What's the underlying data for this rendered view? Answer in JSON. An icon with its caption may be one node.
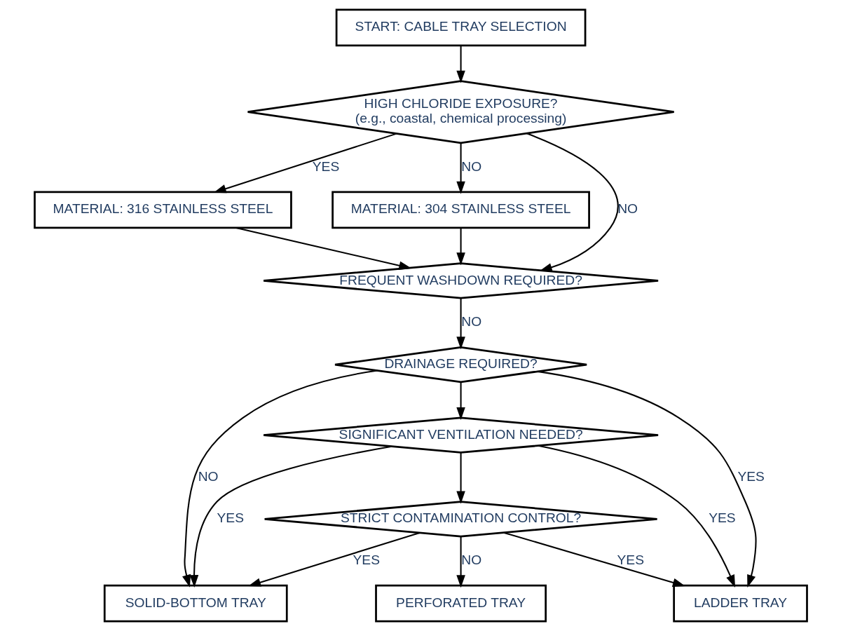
{
  "diagram": {
    "nodes": [
      {
        "text": [
          "START: CABLE TRAY SELECTION"
        ]
      },
      {
        "text": [
          "HIGH CHLORIDE EXPOSURE?",
          "(e.g., coastal, chemical processing)"
        ]
      },
      {
        "text": [
          "MATERIAL: 316 STAINLESS STEEL"
        ]
      },
      {
        "text": [
          "MATERIAL: 304 STAINLESS STEEL"
        ]
      },
      {
        "text": [
          "FREQUENT WASHDOWN REQUIRED?"
        ]
      },
      {
        "text": [
          "DRAINAGE REQUIRED?"
        ]
      },
      {
        "text": [
          "SIGNIFICANT VENTILATION NEEDED?"
        ]
      },
      {
        "text": [
          "STRICT CONTAMINATION CONTROL?"
        ]
      },
      {
        "text": [
          "LADDER TRAY"
        ]
      },
      {
        "text": [
          "PERFORATED TRAY"
        ]
      },
      {
        "text": [
          "SOLID-BOTTOM TRAY"
        ]
      }
    ],
    "edges": [
      {
        "from": 0,
        "to": 1,
        "arrow": "to"
      },
      {
        "from": 1,
        "to": 2,
        "label": "YES",
        "arrow": "to"
      },
      {
        "from": 1,
        "to": 3,
        "label": "NO",
        "arrow": "to"
      },
      {
        "from": 1,
        "to": 4,
        "label": "NO",
        "arrow": "to"
      },
      {
        "from": 2,
        "to": 4,
        "arrow": "to"
      },
      {
        "from": 3,
        "to": 4,
        "arrow": "to"
      },
      {
        "from": 4,
        "to": 5,
        "label": "NO",
        "arrow": "to"
      },
      {
        "from": 5,
        "to": 8,
        "label": "YES",
        "arrow": "to"
      },
      {
        "from": 5,
        "to": 10,
        "label": "NO",
        "arrow": "to"
      },
      {
        "from": 5,
        "to": 6,
        "arrow": "to"
      },
      {
        "from": 6,
        "to": 8,
        "label": "YES",
        "arrow": "to"
      },
      {
        "from": 6,
        "to": 10,
        "label": "YES",
        "arrow": "to"
      },
      {
        "from": 6,
        "to": 7,
        "arrow": "to"
      },
      {
        "from": 7,
        "to": 8,
        "label": "YES",
        "arrow": "to"
      },
      {
        "from": 7,
        "to": 10,
        "label": "YES",
        "arrow": "to"
      },
      {
        "from": 7,
        "to": 9,
        "label": "NO",
        "arrow": "to"
      }
    ]
  }
}
